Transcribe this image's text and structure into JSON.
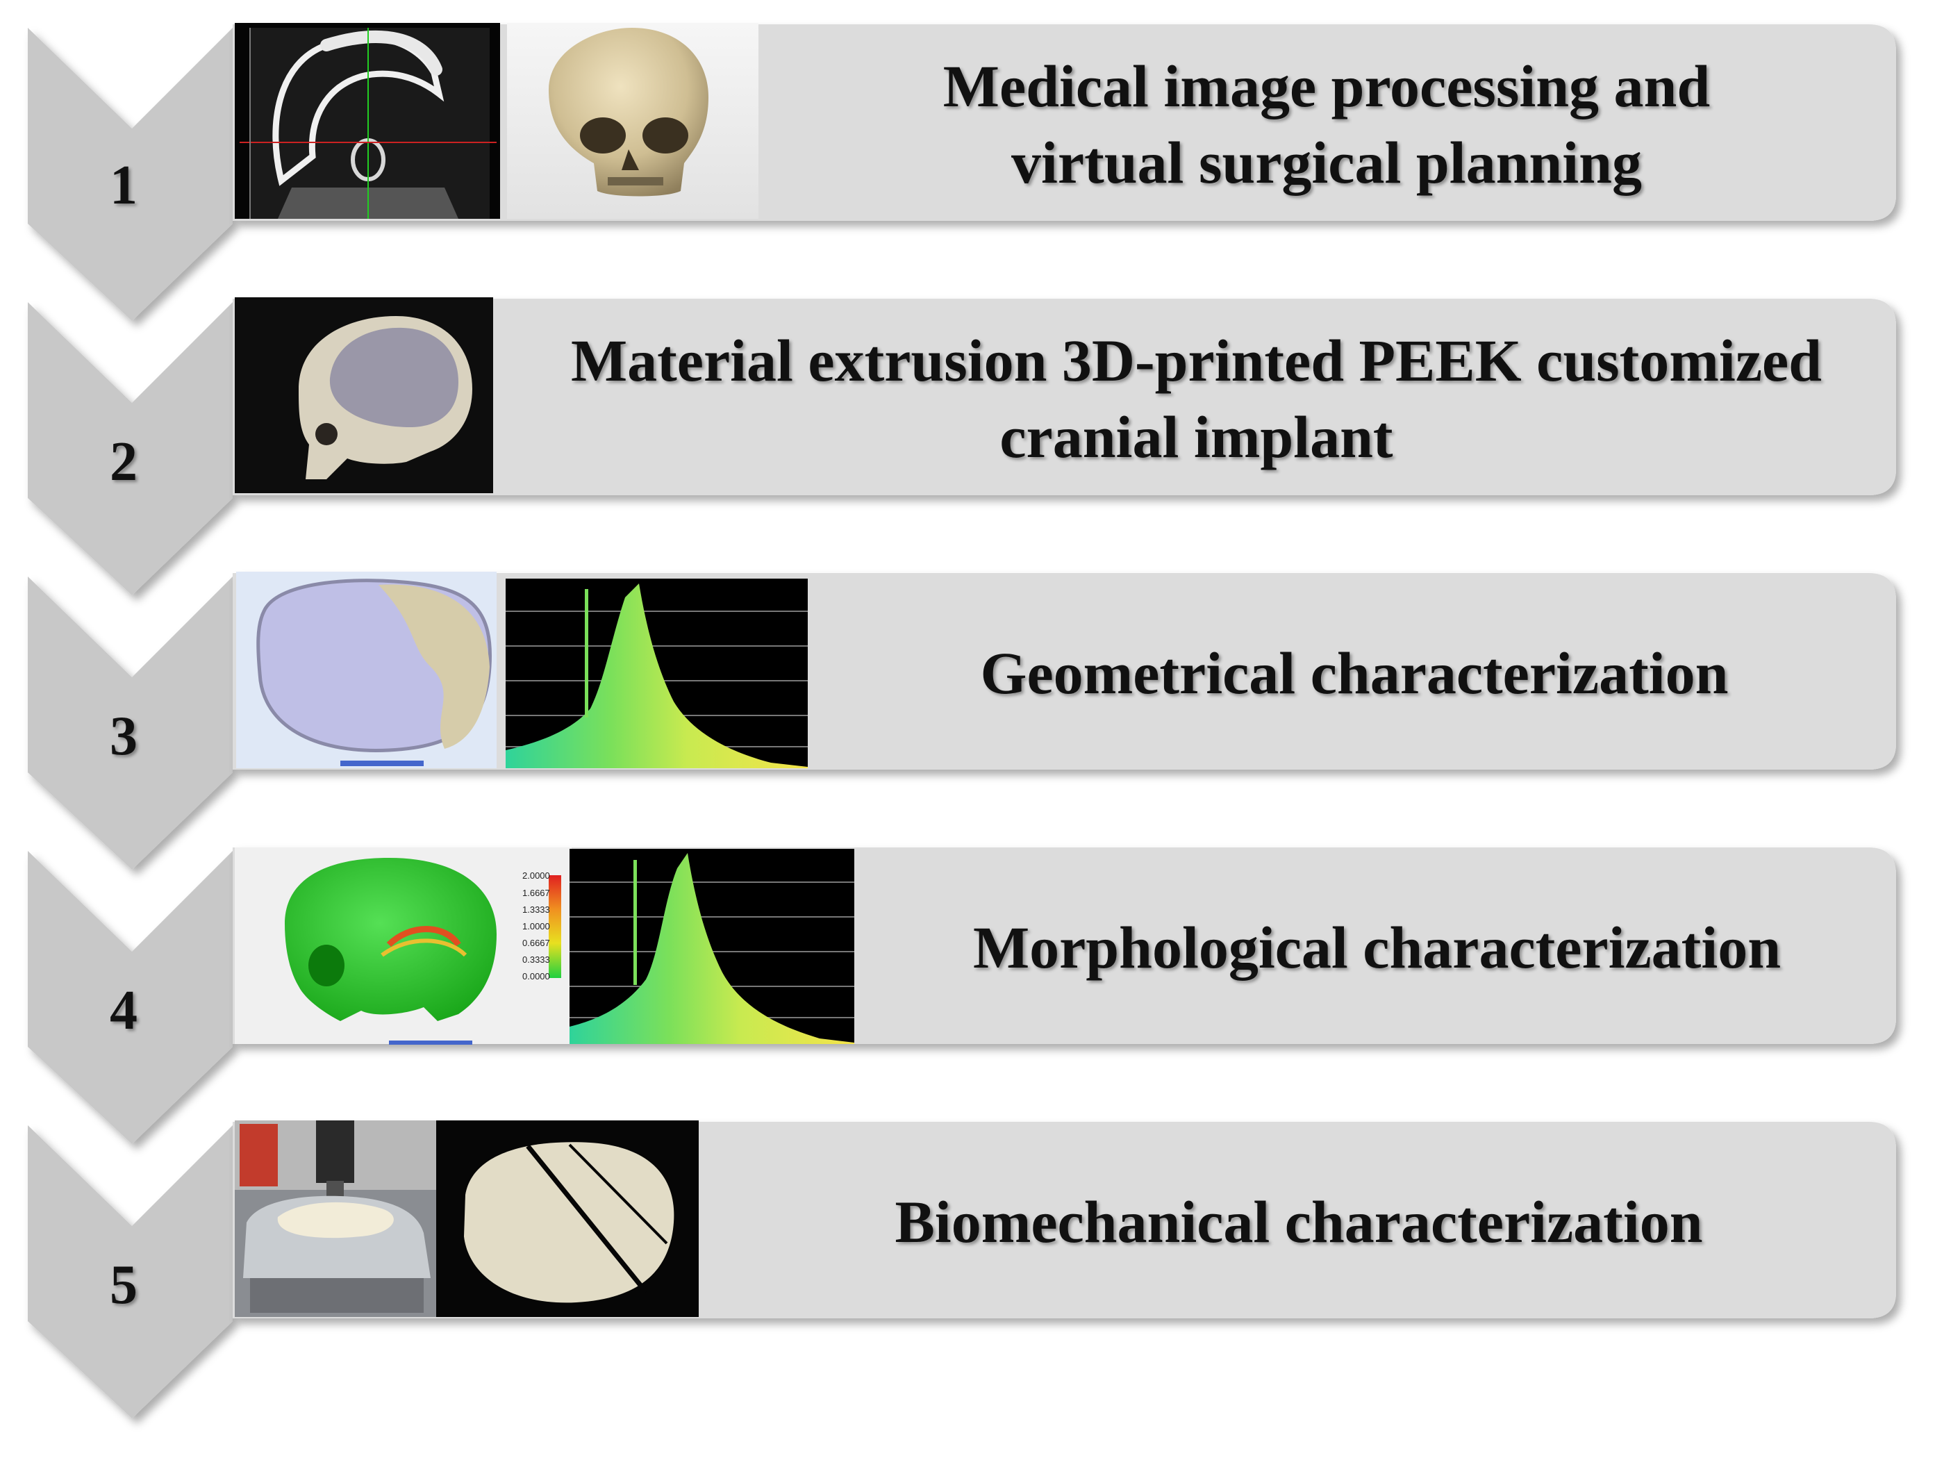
{
  "steps": [
    {
      "number": "1",
      "line1": "Medical image processing and",
      "line2": "virtual surgical planning"
    },
    {
      "number": "2",
      "line1": "Material extrusion 3D-printed PEEK customized",
      "line2": "cranial implant"
    },
    {
      "number": "3",
      "line1": "Geometrical characterization",
      "line2": ""
    },
    {
      "number": "4",
      "line1": "Morphological characterization",
      "line2": ""
    },
    {
      "number": "5",
      "line1": "Biomechanical characterization",
      "line2": ""
    }
  ],
  "colorbar": {
    "ticks": [
      "2.0000",
      "1.6667",
      "1.3333",
      "1.0000",
      "0.6667",
      "0.3333",
      "0.0000"
    ]
  },
  "colors": {
    "chevron": "#c8c8c8",
    "panel": "#dcdcdc",
    "histogram_bg": "#000000",
    "deviation_green": "#28c828"
  },
  "icons": [
    "ct-scan-slice-image",
    "skull-3d-render-image",
    "printed-implant-on-skull-photo",
    "implant-overlay-render-image",
    "deviation-histogram-image",
    "skull-deviation-colormap-image",
    "compression-test-rig-photo",
    "fractured-implant-photo"
  ]
}
